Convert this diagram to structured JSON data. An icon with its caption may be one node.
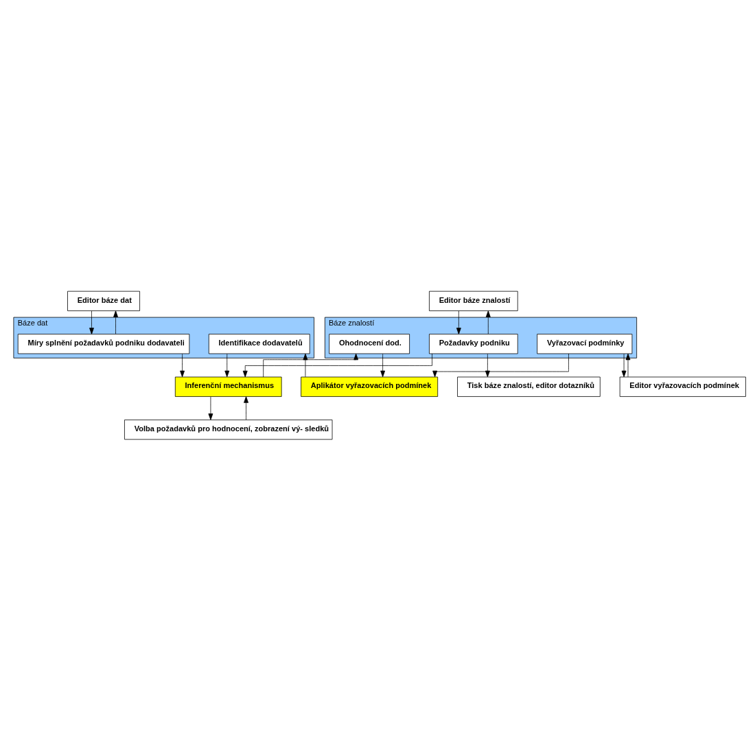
{
  "diagram": {
    "nodes": [
      {
        "text": [
          "Inferenční mechanismus"
        ]
      },
      {
        "text": [
          "Volba požadavků pro hodnocení, zobrazení vý- sledků"
        ]
      },
      {
        "text": [
          "Tisk báze znalostí, editor dotazníků"
        ]
      },
      {
        "text": [
          "Editor báze znalostí"
        ]
      },
      {
        "text": [
          "Editor báze dat"
        ]
      },
      {
        "text": [
          "Báze znalostí"
        ]
      },
      {
        "text": [
          "Požadavky podniku"
        ],
        "in": 5
      },
      {
        "text": [
          "Ohodnocení dod."
        ],
        "in": 5
      },
      {
        "text": [
          "Vyřazovací podmínky"
        ],
        "in": 5
      },
      {
        "text": [
          "Báze dat"
        ]
      },
      {
        "text": [
          "Míry splnění požadavků podniku dodavateli"
        ],
        "in": 9
      },
      {
        "text": [
          "Identifikace dodavatelů"
        ],
        "in": 9
      },
      {
        "text": [
          "Editor vyřazovacích podmínek"
        ]
      },
      {
        "text": [
          "Aplikátor vyřazovacích podmínek"
        ]
      }
    ],
    "edges": [
      {
        "from": 0,
        "to": 1,
        "arrow": "to"
      },
      {
        "from": 1,
        "to": 0,
        "arrow": "to"
      },
      {
        "from": 6,
        "to": 2,
        "arrow": "to"
      },
      {
        "from": 3,
        "to": 6,
        "arrow": "to"
      },
      {
        "from": 6,
        "to": 3,
        "arrow": "to"
      },
      {
        "from": 6,
        "to": 0,
        "arrow": "to"
      },
      {
        "from": 0,
        "to": 7,
        "arrow": "to"
      },
      {
        "from": 10,
        "to": 0,
        "arrow": "to"
      },
      {
        "from": 11,
        "to": 0,
        "arrow": "to"
      },
      {
        "from": 4,
        "to": 10,
        "arrow": "to"
      },
      {
        "from": 10,
        "to": 4,
        "arrow": "to"
      },
      {
        "from": 8,
        "to": 12,
        "arrow": "to"
      },
      {
        "from": 12,
        "to": 8,
        "arrow": "to"
      },
      {
        "from": 7,
        "to": 13,
        "arrow": "to"
      },
      {
        "from": 8,
        "to": 13,
        "arrow": "to"
      },
      {
        "from": 13,
        "to": 11,
        "arrow": "to"
      }
    ]
  }
}
